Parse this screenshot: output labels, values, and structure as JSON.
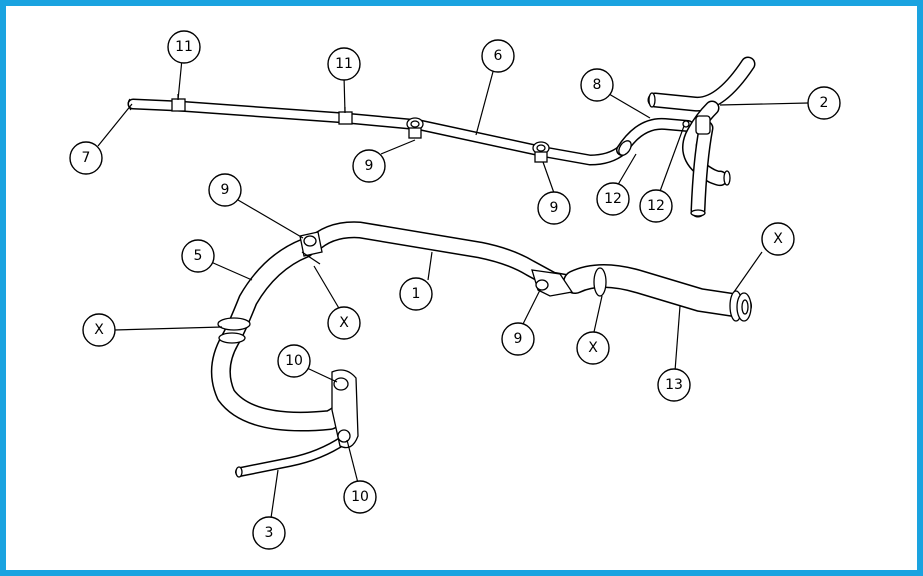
{
  "diagram": {
    "border_color": "#1aa3e0",
    "callouts": [
      {
        "id": "c-11a",
        "label": "11"
      },
      {
        "id": "c-11b",
        "label": "11"
      },
      {
        "id": "c-6",
        "label": "6"
      },
      {
        "id": "c-8",
        "label": "8"
      },
      {
        "id": "c-2",
        "label": "2"
      },
      {
        "id": "c-7",
        "label": "7"
      },
      {
        "id": "c-9a",
        "label": "9"
      },
      {
        "id": "c-9b",
        "label": "9"
      },
      {
        "id": "c-12a",
        "label": "12"
      },
      {
        "id": "c-12b",
        "label": "12"
      },
      {
        "id": "c-9c",
        "label": "9"
      },
      {
        "id": "c-x1",
        "label": "X"
      },
      {
        "id": "c-5",
        "label": "5"
      },
      {
        "id": "c-1",
        "label": "1"
      },
      {
        "id": "c-x2",
        "label": "X"
      },
      {
        "id": "c-x3",
        "label": "X"
      },
      {
        "id": "c-9d",
        "label": "9"
      },
      {
        "id": "c-x4",
        "label": "X"
      },
      {
        "id": "c-10a",
        "label": "10"
      },
      {
        "id": "c-13",
        "label": "13"
      },
      {
        "id": "c-10b",
        "label": "10"
      },
      {
        "id": "c-3",
        "label": "3"
      }
    ]
  }
}
